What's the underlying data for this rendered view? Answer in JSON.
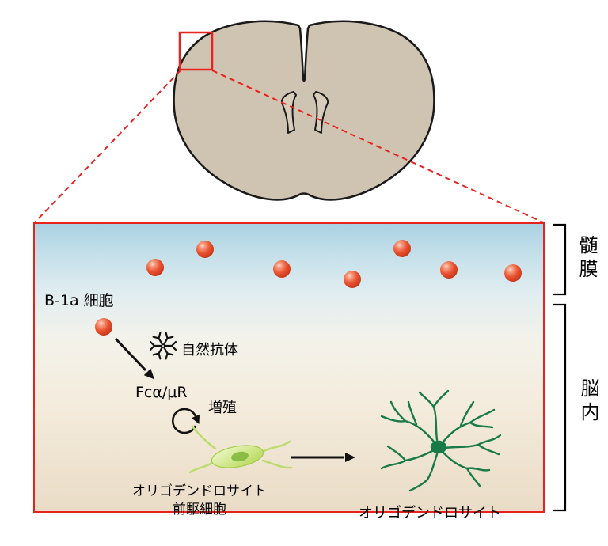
{
  "diagram": {
    "region_labels": {
      "meninges": "髄膜",
      "inside_brain": "脳内"
    },
    "labels": {
      "b1a_cell": "B-1a 細胞",
      "natural_antibody": "自然抗体",
      "fc_receptor": "Fcα/μR",
      "proliferation": "増殖",
      "opc_line1": "オリゴデンドロサイト",
      "opc_line2": "前駆細胞",
      "oligodendrocyte": "オリゴデンドロサイト"
    },
    "colors": {
      "highlight_red": "#e8231f",
      "b1a_sphere_red": "#e8522f",
      "opc_green": "#aed455",
      "oligodendrocyte_green": "#177a47",
      "brain_tan": "#cfc3b1",
      "meninges_blue": "#a9d2e2",
      "brain_interior_cream": "#eadcc6",
      "outline_black": "#1a1a1a"
    },
    "icons": {
      "brain_section": "brain-coronal-section",
      "antibody": "antibody-snowflake",
      "proliferation_arrow": "circular-arrow",
      "cell_sphere": "red-sphere",
      "bracket": "square-bracket"
    }
  }
}
